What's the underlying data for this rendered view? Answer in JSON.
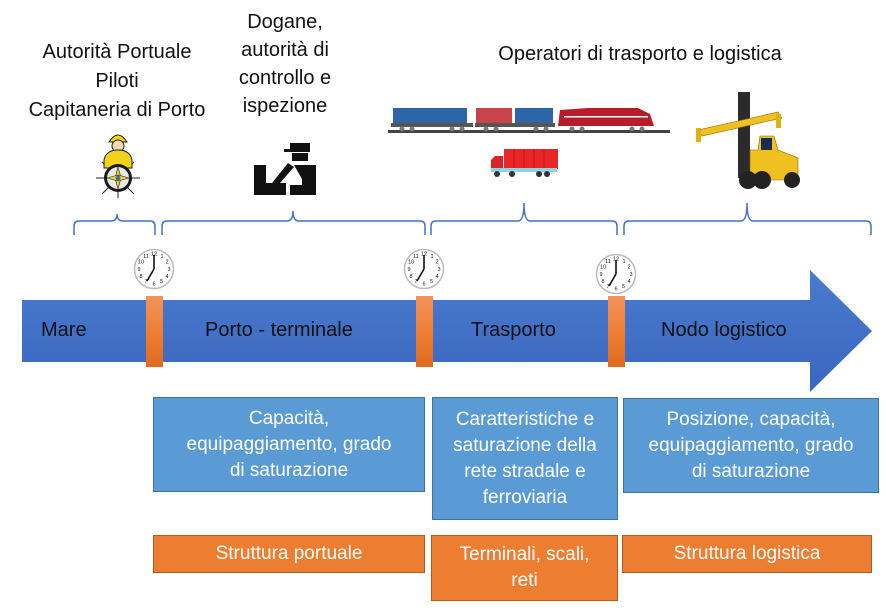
{
  "diagram": {
    "actors": [
      {
        "id": "port-authority",
        "label": "Autorità Portuale\nPiloti\nCapitaneria di Porto",
        "icon": "ship-pilot-helm-icon"
      },
      {
        "id": "customs",
        "label": "Dogane,\nautorità di\ncontrollo e\nispezione",
        "icon": "customs-officer-icon"
      },
      {
        "id": "transport-logistics",
        "label": "Operatori di trasporto e logistica",
        "icons": [
          "freight-train-icon",
          "container-truck-icon",
          "reach-stacker-icon"
        ]
      }
    ],
    "stages": [
      {
        "id": "mare",
        "label": "Mare"
      },
      {
        "id": "porto",
        "label": "Porto - terminale"
      },
      {
        "id": "trasporto",
        "label": "Trasporto"
      },
      {
        "id": "nodo",
        "label": "Nodo logistico"
      }
    ],
    "transition_icon": "clock-icon",
    "clock_time": "7:00",
    "characteristics": [
      {
        "stage": "porto",
        "label": "Capacità,\nequipaggiamento, grado\ndi saturazione"
      },
      {
        "stage": "trasporto",
        "label": "Caratteristiche e\nsaturazione della\nrete stradale e\nferroviaria"
      },
      {
        "stage": "nodo",
        "label": "Posizione, capacità,\nequipaggiamento, grado\ndi saturazione"
      }
    ],
    "infrastructure": [
      {
        "stage": "porto",
        "label": "Struttura portuale"
      },
      {
        "stage": "trasporto",
        "label": "Terminali, scali,\nreti"
      },
      {
        "stage": "nodo",
        "label": "Struttura logistica"
      }
    ],
    "colors": {
      "arrow": "#4472c4",
      "marker": "#ed7d31",
      "characteristic_box": "#5b9bd5",
      "infrastructure_box": "#ed7d31",
      "bracket": "#4472c4"
    }
  }
}
